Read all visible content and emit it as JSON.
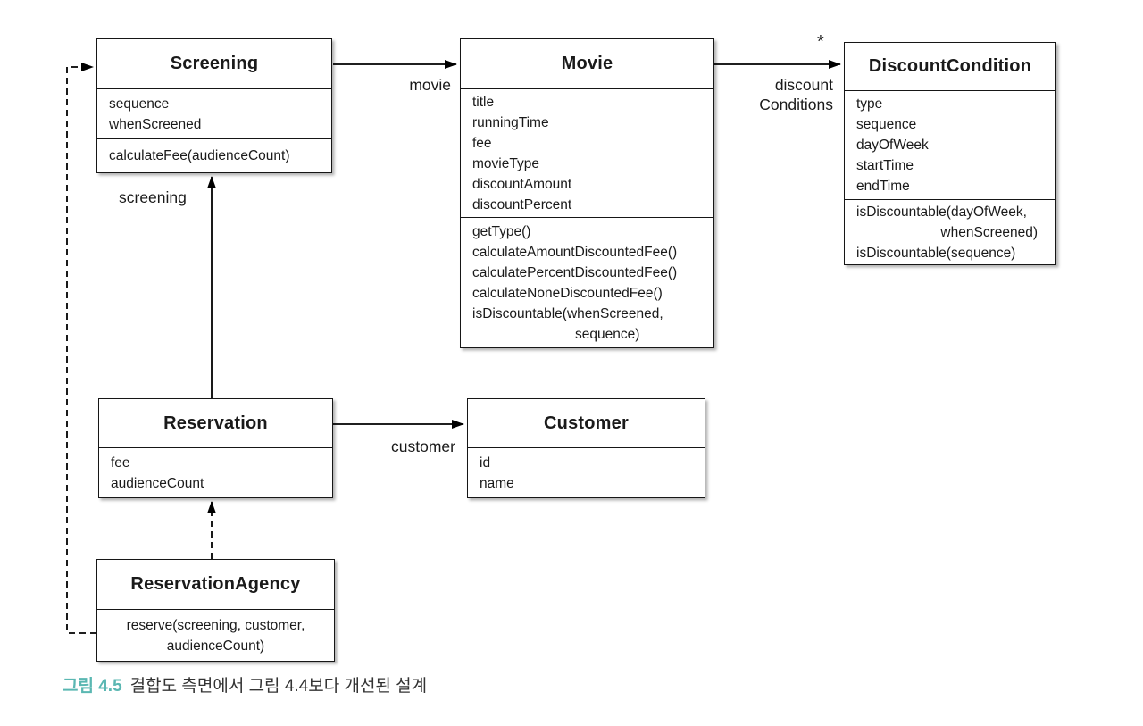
{
  "figure": {
    "caption_label": "그림 4.5",
    "caption_text": "결합도 측면에서 그림 4.4보다 개선된 설계"
  },
  "colors": {
    "caption_accent": "#5ab7b2",
    "ink": "#1a1a1a",
    "line": "#000000",
    "box_background": "#ffffff"
  },
  "classes": {
    "screening": {
      "name": "Screening",
      "attributes": [
        "sequence",
        "whenScreened"
      ],
      "methods": [
        "calculateFee(audienceCount)"
      ]
    },
    "movie": {
      "name": "Movie",
      "attributes": [
        "title",
        "runningTime",
        "fee",
        "movieType",
        "discountAmount",
        "discountPercent"
      ],
      "methods": [
        "getType()",
        "calculateAmountDiscountedFee()",
        "calculatePercentDiscountedFee()",
        "calculateNoneDiscountedFee()",
        "isDiscountable(whenScreened,",
        "sequence)"
      ]
    },
    "discount_condition": {
      "name": "DiscountCondition",
      "attributes": [
        "type",
        "sequence",
        "dayOfWeek",
        "startTime",
        "endTime"
      ],
      "methods": [
        "isDiscountable(dayOfWeek,",
        "whenScreened)",
        "isDiscountable(sequence)"
      ]
    },
    "reservation": {
      "name": "Reservation",
      "attributes": [
        "fee",
        "audienceCount"
      ],
      "methods": []
    },
    "customer": {
      "name": "Customer",
      "attributes": [
        "id",
        "name"
      ],
      "methods": []
    },
    "reservation_agency": {
      "name": "ReservationAgency",
      "attributes": [],
      "methods": [
        "reserve(screening, customer,",
        "audienceCount)"
      ]
    }
  },
  "edge_labels": {
    "movie": "movie",
    "screening": "screening",
    "customer": "customer",
    "discount_conditions_line1": "discount",
    "discount_conditions_line2": "Conditions",
    "multiplicity": "*"
  }
}
